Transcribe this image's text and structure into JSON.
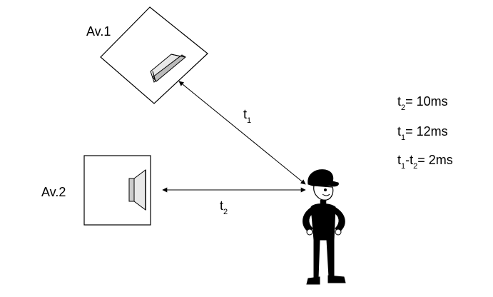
{
  "speakers": {
    "av1": {
      "label": "Av.1"
    },
    "av2": {
      "label": "Av.2"
    }
  },
  "paths": {
    "t1": {
      "main": "t",
      "sub": "1"
    },
    "t2": {
      "main": "t",
      "sub": "2"
    }
  },
  "equations": [
    {
      "a_main": "t",
      "a_sub": "2",
      "op": "",
      "b_main": "",
      "b_sub": "",
      "rhs": "= 10ms"
    },
    {
      "a_main": "t",
      "a_sub": "1",
      "op": "",
      "b_main": "",
      "b_sub": "",
      "rhs": "= 12ms"
    },
    {
      "a_main": "t",
      "a_sub": "1",
      "op": "-",
      "b_main": "t",
      "b_sub": "2",
      "rhs": "= 2ms"
    }
  ],
  "colors": {
    "ink": "#000000",
    "background": "#ffffff",
    "speaker_fill": "#eeeeee"
  },
  "icons": {
    "listener": "person-figure-icon",
    "speaker": "loudspeaker-icon"
  }
}
